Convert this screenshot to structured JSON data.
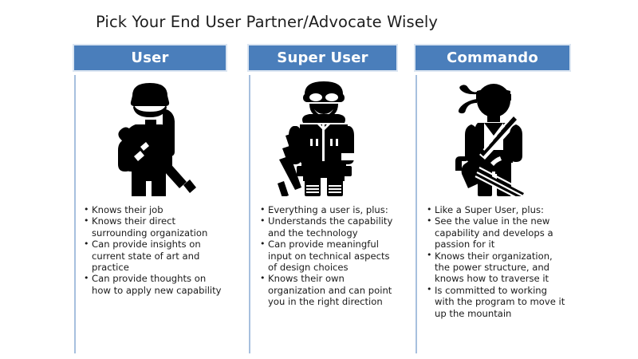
{
  "slide": {
    "title": "Pick Your End User Partner/Advocate Wisely",
    "background_color": "#ffffff",
    "accent_color": "#4A7EBB",
    "rule_color": "#a7c0de",
    "text_color": "#1a1a1a",
    "figure_color": "#000000"
  },
  "columns": [
    {
      "header": "User",
      "figure_name": "soldier-user-icon",
      "figure_description": "Black silhouette of a soldier wearing a helmet, holding a rifle across the chest",
      "bullets": [
        "Knows their job",
        "Knows their direct surrounding organization",
        "Can provide insights on current state of art and practice",
        "Can provide thoughts on how to apply new capability"
      ]
    },
    {
      "header": "Super User",
      "figure_name": "soldier-super-user-icon",
      "figure_description": "Black silhouette of a soldier in tactical gear with goggles on helmet, rifle held at the side",
      "bullets": [
        "Everything a user is, plus:",
        "Understands the capability and the technology",
        "Can provide meaningful input on technical aspects of design choices",
        "Knows their own organization and can point you in the right direction"
      ]
    },
    {
      "header": "Commando",
      "figure_name": "soldier-commando-icon",
      "figure_description": "Black silhouette of a commando wearing a bandana with ammunition belt across chest, holding a minigun",
      "bullets": [
        "Like a Super User, plus:",
        "See the value in the new capability and develops a passion for it",
        "Knows their organization, the power structure, and knows how to traverse it",
        "Is committed to working with the program to move it up the mountain"
      ]
    }
  ]
}
